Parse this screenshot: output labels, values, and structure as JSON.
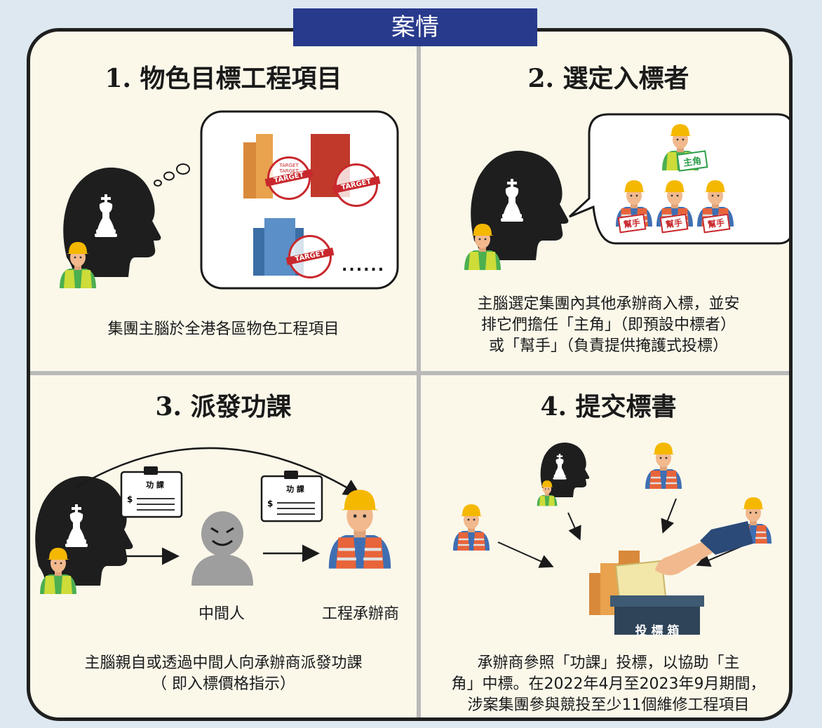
{
  "title": "案情",
  "panels": [
    {
      "heading": "1. 物色目標工程項目",
      "caption_lines": [
        "集團主腦於全港各區物色工程項目"
      ],
      "stamp_text": "TARGET",
      "stamp_ring_text": "TARGET TARGET",
      "ellipsis": "......"
    },
    {
      "heading": "2. 選定入標者",
      "caption_lines": [
        "主腦選定集團內其他承辦商入標，並安",
        "排它們擔任「主角」（即預設中標者）",
        "或「幫手」（負責提供掩護式投標）"
      ],
      "lead_sign": "主角",
      "helper_sign": "幫手"
    },
    {
      "heading": "3. 派發功課",
      "caption_lines": [
        "主腦親自或透過中間人向承辦商派發功課",
        "（ 即入標價格指示）"
      ],
      "clipboard_title": "功  課",
      "clipboard_symbol": "$",
      "middleman_label": "中間人",
      "contractor_label": "工程承辦商"
    },
    {
      "heading": "4. 提交標書",
      "caption_lines": [
        "承辦商參照「功課」投標，以協助「主",
        "角」中標。在2022年4月至2023年9月期間，",
        "涉案集團參與競投至少11個維修工程項目"
      ],
      "box_label": "投 標 箱"
    }
  ],
  "colors": {
    "title_bg": "#283a8c",
    "frame_bg": "#fbf8ea",
    "head_silhouette": "#1e1e1e",
    "vest_green": "#8bc34a",
    "vest_orange": "#e8643a",
    "helmet": "#f5b800",
    "stamp_red": "#c8282d"
  }
}
